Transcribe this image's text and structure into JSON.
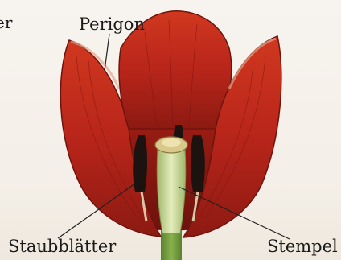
{
  "labels": {
    "top_left_fragment": "er",
    "perigon": "Perigon",
    "staubblaetter": "Staubblätter",
    "stempel": "Stempel"
  },
  "colors": {
    "petal_red": "#b8251a",
    "petal_dark": "#7a1410",
    "stamen_black": "#1c1210",
    "pistil_green": "#c9d98f",
    "stem_green": "#6f9a3a",
    "leader_line": "#222222"
  }
}
